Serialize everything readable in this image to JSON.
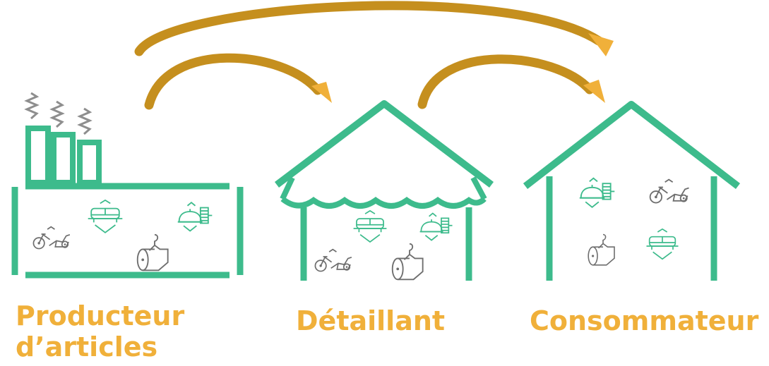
{
  "colors": {
    "structure": "#3dbb8c",
    "arrow": "#c58f1e",
    "arrow_head": "#f0b03a",
    "label": "#f0b03a",
    "smoke": "#8e8e8e",
    "product_gray": "#6e6e6e",
    "product_green": "#3dbb8c"
  },
  "labels": {
    "producer_line1": "Producteur",
    "producer_line2": "d’articles",
    "retailer": "Détaillant",
    "consumer": "Consommateur"
  },
  "icons": [
    "factory-icon",
    "shop-icon",
    "house-icon",
    "bicycle-icon",
    "sofa-icon",
    "appliance-icon",
    "fabric-roll-icon",
    "smoke-icon",
    "arrow-icon"
  ]
}
